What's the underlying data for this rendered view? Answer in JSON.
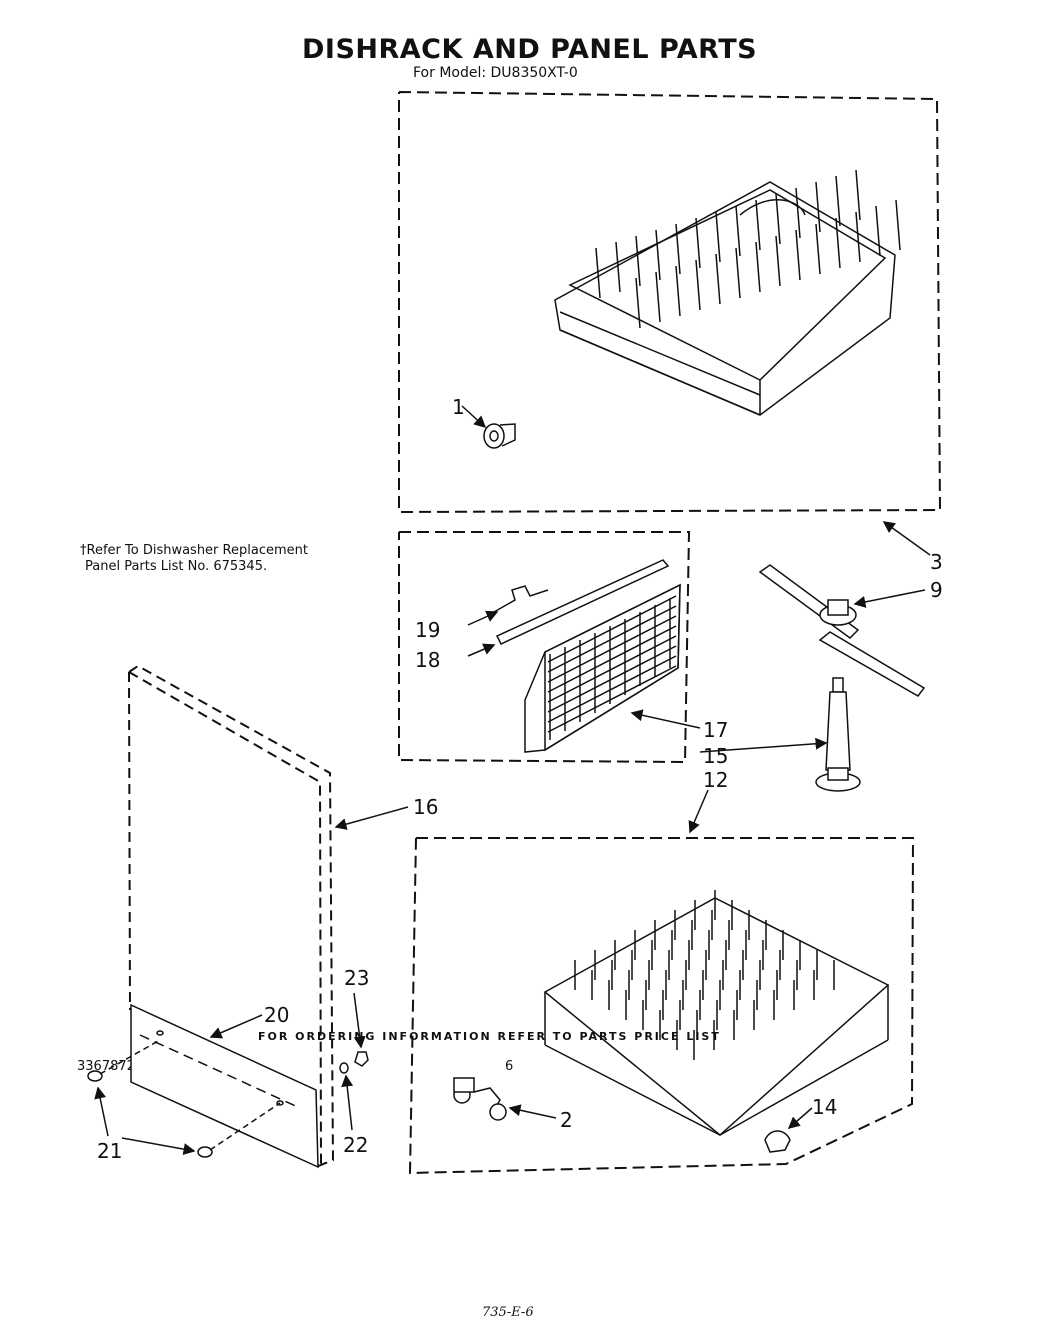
{
  "header": {
    "title": "DISHRACK AND PANEL PARTS",
    "model_line": "For Model: DU8350XT-0"
  },
  "note": {
    "line1": "†Refer To Dishwasher Replacement",
    "line2": "Panel Parts List No. 675345."
  },
  "callouts": {
    "c1": "1",
    "c2": "2",
    "c3": "3",
    "c9": "9",
    "c12": "12",
    "c14": "14",
    "c15": "15",
    "c16": "16",
    "c17": "17",
    "c18": "18",
    "c19": "19",
    "c20": "20",
    "c21": "21",
    "c22": "22",
    "c23": "23"
  },
  "footer": {
    "ordering": "FOR ORDERING INFORMATION REFER TO PARTS PRICE LIST",
    "doc_number": "3367872",
    "page_number": "6",
    "handwritten": "735-E-6"
  },
  "parts": [
    {
      "id": "upper-rack",
      "icon": "dishrack-upper"
    },
    {
      "id": "rack-roller",
      "icon": "roller-wheel"
    },
    {
      "id": "silverware-basket",
      "icon": "basket-grid"
    },
    {
      "id": "spray-arm",
      "icon": "spray-arm"
    },
    {
      "id": "spray-tube",
      "icon": "tube"
    },
    {
      "id": "door-panel",
      "icon": "panel"
    },
    {
      "id": "lower-rack",
      "icon": "dishrack-lower"
    }
  ]
}
